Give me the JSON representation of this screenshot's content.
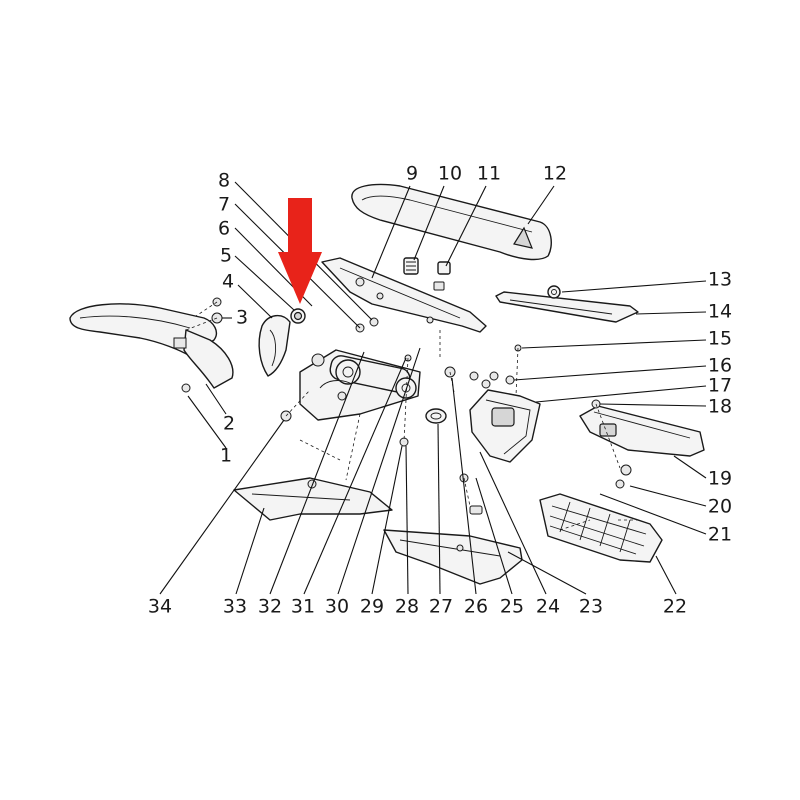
{
  "diagram": {
    "highlight_color": "#e8231a",
    "line_color": "#1a1a1a",
    "arrow": {
      "points_to": "5"
    },
    "callouts": [
      "1",
      "2",
      "3",
      "4",
      "5",
      "6",
      "7",
      "8",
      "9",
      "10",
      "11",
      "12",
      "13",
      "14",
      "15",
      "16",
      "17",
      "18",
      "19",
      "20",
      "21",
      "22",
      "23",
      "24",
      "25",
      "26",
      "27",
      "28",
      "29",
      "30",
      "31",
      "32",
      "33",
      "34"
    ]
  }
}
